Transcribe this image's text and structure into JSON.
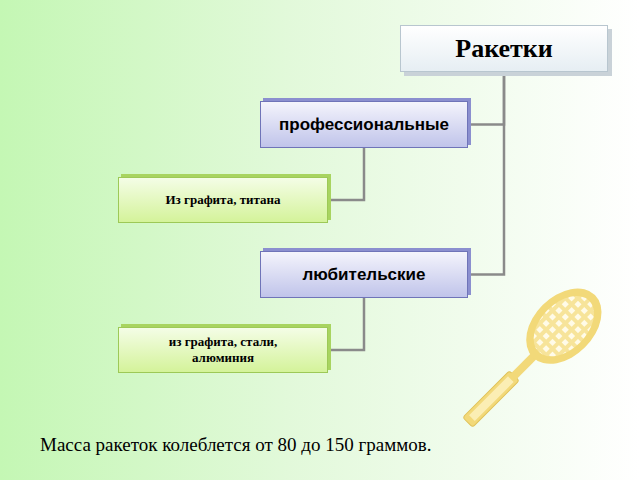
{
  "diagram": {
    "nodes": [
      {
        "text": [
          "Ракетки"
        ]
      },
      {
        "text": [
          "профессиональные"
        ]
      },
      {
        "text": [
          "Из графита, титана"
        ]
      },
      {
        "text": [
          "любительские"
        ]
      },
      {
        "text": [
          "из графита, стали, алюминия"
        ]
      }
    ],
    "edges": [
      {
        "from": 0,
        "to": 1,
        "arrow": "none"
      },
      {
        "from": 0,
        "to": 3,
        "arrow": "none"
      },
      {
        "from": 1,
        "to": 2,
        "arrow": "none"
      },
      {
        "from": 3,
        "to": 4,
        "arrow": "none"
      }
    ],
    "labels": [
      "Масса ракеток колеблется от 80 до 150 граммов."
    ]
  }
}
